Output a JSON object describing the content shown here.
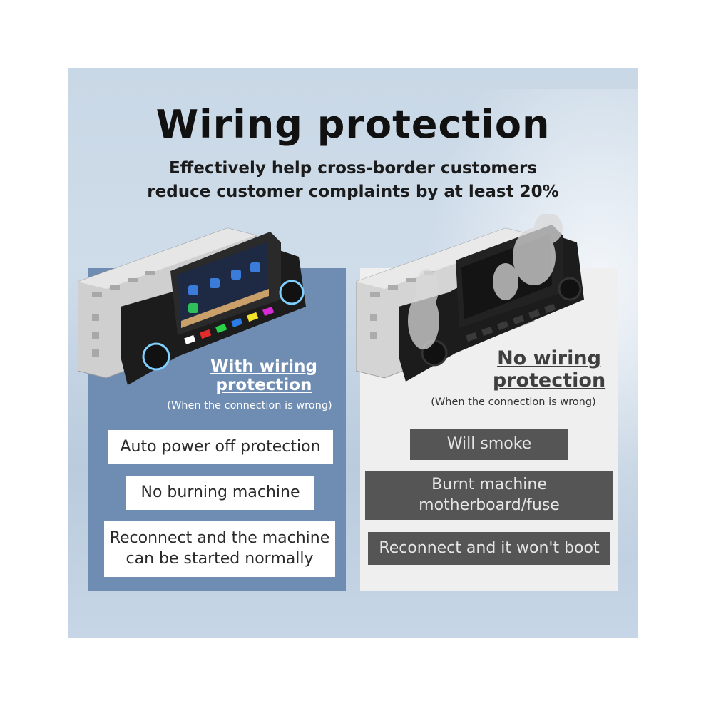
{
  "title": "Wiring protection",
  "subtitle_line1": "Effectively help cross-border customers",
  "subtitle_line2": "reduce customer complaints by at least 20%",
  "left": {
    "heading_line1": "With wiring",
    "heading_line2": "protection",
    "note": "(When the connection is wrong)",
    "items": [
      {
        "line1": "Auto power off protection",
        "line2": ""
      },
      {
        "line1": "No burning machine",
        "line2": ""
      },
      {
        "line1": "Reconnect and the machine",
        "line2": "can be started normally"
      }
    ]
  },
  "right": {
    "heading_line1": "No wiring",
    "heading_line2": "protection",
    "note": "(When the connection is wrong)",
    "items": [
      {
        "line1": "Will smoke",
        "line2": ""
      },
      {
        "line1": "Burnt machine",
        "line2": "motherboard/fuse"
      },
      {
        "line1": "Reconnect and it won't boot",
        "line2": ""
      }
    ]
  },
  "colors": {
    "left_panel": "#6f8db3",
    "right_panel": "#efefef",
    "dark_box": "#555555",
    "background": "#c9d8e6"
  }
}
